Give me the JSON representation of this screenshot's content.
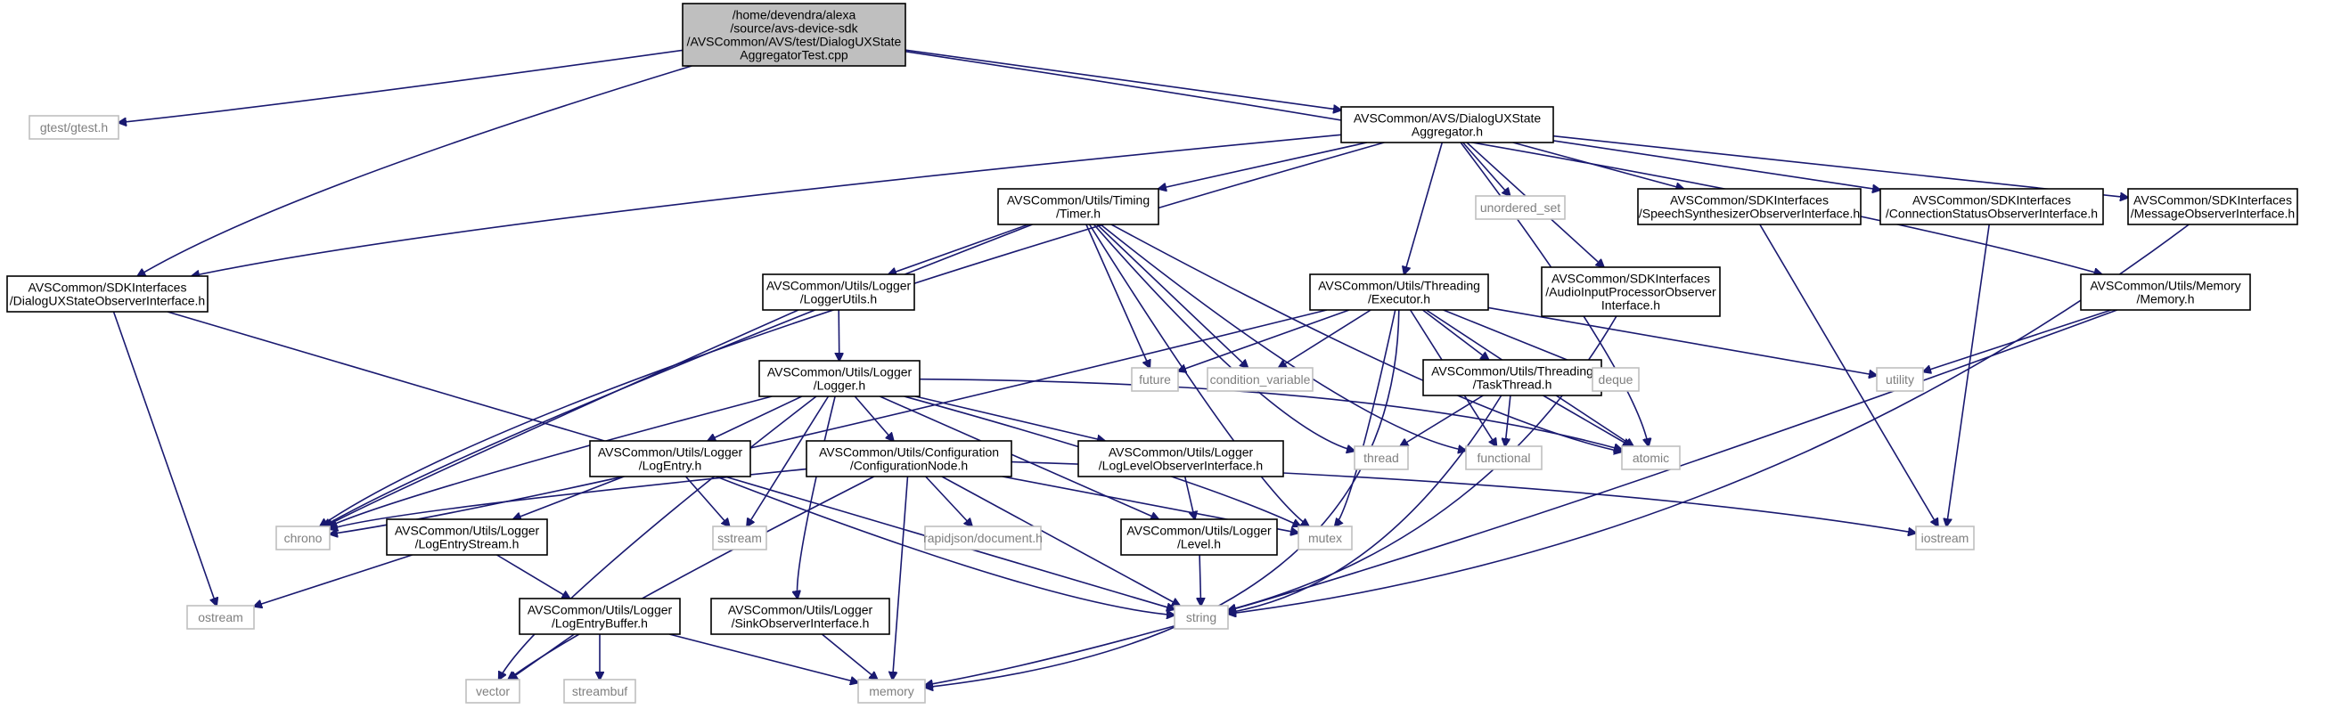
{
  "graph": {
    "nodes": [
      {
        "id": "root",
        "kind": "root",
        "lines": [
          "/home/devendra/alexa",
          "/source/avs-device-sdk",
          "/AVSCommon/AVS/test/DialogUXState",
          "AggregatorTest.cpp"
        ]
      },
      {
        "id": "gtest",
        "kind": "external",
        "lines": [
          "gtest/gtest.h"
        ]
      },
      {
        "id": "aggregator",
        "kind": "header",
        "lines": [
          "AVSCommon/AVS/DialogUXState",
          "Aggregator.h"
        ]
      },
      {
        "id": "dialogObs",
        "kind": "header",
        "lines": [
          "AVSCommon/SDKInterfaces",
          "/DialogUXStateObserverInterface.h"
        ]
      },
      {
        "id": "timer",
        "kind": "header",
        "lines": [
          "AVSCommon/Utils/Timing",
          "/Timer.h"
        ]
      },
      {
        "id": "unordered_set",
        "kind": "external",
        "lines": [
          "unordered_set"
        ]
      },
      {
        "id": "speechObs",
        "kind": "header",
        "lines": [
          "AVSCommon/SDKInterfaces",
          "/SpeechSynthesizerObserverInterface.h"
        ]
      },
      {
        "id": "connObs",
        "kind": "header",
        "lines": [
          "AVSCommon/SDKInterfaces",
          "/ConnectionStatusObserverInterface.h"
        ]
      },
      {
        "id": "msgObs",
        "kind": "header",
        "lines": [
          "AVSCommon/SDKInterfaces",
          "/MessageObserverInterface.h"
        ]
      },
      {
        "id": "loggerUtils",
        "kind": "header",
        "lines": [
          "AVSCommon/Utils/Logger",
          "/LoggerUtils.h"
        ]
      },
      {
        "id": "executor",
        "kind": "header",
        "lines": [
          "AVSCommon/Utils/Threading",
          "/Executor.h"
        ]
      },
      {
        "id": "audioObs",
        "kind": "header",
        "lines": [
          "AVSCommon/SDKInterfaces",
          "/AudioInputProcessorObserver",
          "Interface.h"
        ]
      },
      {
        "id": "memoryH",
        "kind": "header",
        "lines": [
          "AVSCommon/Utils/Memory",
          "/Memory.h"
        ]
      },
      {
        "id": "logger",
        "kind": "header",
        "lines": [
          "AVSCommon/Utils/Logger",
          "/Logger.h"
        ]
      },
      {
        "id": "future",
        "kind": "external",
        "lines": [
          "future"
        ]
      },
      {
        "id": "condvar",
        "kind": "external",
        "lines": [
          "condition_variable"
        ]
      },
      {
        "id": "taskThread",
        "kind": "header",
        "lines": [
          "AVSCommon/Utils/Threading",
          "/TaskThread.h"
        ]
      },
      {
        "id": "deque",
        "kind": "external",
        "lines": [
          "deque"
        ]
      },
      {
        "id": "utility",
        "kind": "external",
        "lines": [
          "utility"
        ]
      },
      {
        "id": "logEntry",
        "kind": "header",
        "lines": [
          "AVSCommon/Utils/Logger",
          "/LogEntry.h"
        ]
      },
      {
        "id": "configNode",
        "kind": "header",
        "lines": [
          "AVSCommon/Utils/Configuration",
          "/ConfigurationNode.h"
        ]
      },
      {
        "id": "logLevelObs",
        "kind": "header",
        "lines": [
          "AVSCommon/Utils/Logger",
          "/LogLevelObserverInterface.h"
        ]
      },
      {
        "id": "thread",
        "kind": "external",
        "lines": [
          "thread"
        ]
      },
      {
        "id": "functional",
        "kind": "external",
        "lines": [
          "functional"
        ]
      },
      {
        "id": "atomic",
        "kind": "external",
        "lines": [
          "atomic"
        ]
      },
      {
        "id": "chrono",
        "kind": "external",
        "lines": [
          "chrono"
        ]
      },
      {
        "id": "logEntryStream",
        "kind": "header",
        "lines": [
          "AVSCommon/Utils/Logger",
          "/LogEntryStream.h"
        ]
      },
      {
        "id": "sstream",
        "kind": "external",
        "lines": [
          "sstream"
        ]
      },
      {
        "id": "rapidjson",
        "kind": "external",
        "lines": [
          "rapidjson/document.h"
        ]
      },
      {
        "id": "level",
        "kind": "header",
        "lines": [
          "AVSCommon/Utils/Logger",
          "/Level.h"
        ]
      },
      {
        "id": "mutex",
        "kind": "external",
        "lines": [
          "mutex"
        ]
      },
      {
        "id": "iostream",
        "kind": "external",
        "lines": [
          "iostream"
        ]
      },
      {
        "id": "ostream",
        "kind": "external",
        "lines": [
          "ostream"
        ]
      },
      {
        "id": "logEntryBuffer",
        "kind": "header",
        "lines": [
          "AVSCommon/Utils/Logger",
          "/LogEntryBuffer.h"
        ]
      },
      {
        "id": "sinkObs",
        "kind": "header",
        "lines": [
          "AVSCommon/Utils/Logger",
          "/SinkObserverInterface.h"
        ]
      },
      {
        "id": "string",
        "kind": "external",
        "lines": [
          "string"
        ]
      },
      {
        "id": "vector",
        "kind": "external",
        "lines": [
          "vector"
        ]
      },
      {
        "id": "streambuf",
        "kind": "external",
        "lines": [
          "streambuf"
        ]
      },
      {
        "id": "memory",
        "kind": "external",
        "lines": [
          "memory"
        ]
      }
    ],
    "edges": [
      [
        "root",
        "gtest"
      ],
      [
        "root",
        "aggregator"
      ],
      [
        "root",
        "dialogObs"
      ],
      [
        "root",
        "memoryH"
      ],
      [
        "aggregator",
        "dialogObs"
      ],
      [
        "aggregator",
        "timer"
      ],
      [
        "aggregator",
        "unordered_set"
      ],
      [
        "aggregator",
        "speechObs"
      ],
      [
        "aggregator",
        "connObs"
      ],
      [
        "aggregator",
        "msgObs"
      ],
      [
        "aggregator",
        "executor"
      ],
      [
        "aggregator",
        "audioObs"
      ],
      [
        "aggregator",
        "chrono"
      ],
      [
        "aggregator",
        "atomic"
      ],
      [
        "dialogObs",
        "ostream"
      ],
      [
        "dialogObs",
        "string"
      ],
      [
        "timer",
        "loggerUtils"
      ],
      [
        "timer",
        "future"
      ],
      [
        "timer",
        "condvar"
      ],
      [
        "timer",
        "chrono"
      ],
      [
        "timer",
        "thread"
      ],
      [
        "timer",
        "functional"
      ],
      [
        "timer",
        "mutex"
      ],
      [
        "timer",
        "atomic"
      ],
      [
        "speechObs",
        "iostream"
      ],
      [
        "connObs",
        "iostream"
      ],
      [
        "msgObs",
        "string"
      ],
      [
        "audioObs",
        "string"
      ],
      [
        "loggerUtils",
        "logger"
      ],
      [
        "loggerUtils",
        "chrono"
      ],
      [
        "executor",
        "chrono"
      ],
      [
        "executor",
        "future"
      ],
      [
        "executor",
        "condvar"
      ],
      [
        "executor",
        "taskThread"
      ],
      [
        "executor",
        "deque"
      ],
      [
        "executor",
        "utility"
      ],
      [
        "executor",
        "atomic"
      ],
      [
        "executor",
        "functional"
      ],
      [
        "executor",
        "mutex"
      ],
      [
        "executor",
        "memory"
      ],
      [
        "memoryH",
        "utility"
      ],
      [
        "memoryH",
        "memory"
      ],
      [
        "taskThread",
        "thread"
      ],
      [
        "taskThread",
        "functional"
      ],
      [
        "taskThread",
        "atomic"
      ],
      [
        "taskThread",
        "string"
      ],
      [
        "logger",
        "logEntry"
      ],
      [
        "logger",
        "configNode"
      ],
      [
        "logger",
        "logLevelObs"
      ],
      [
        "logger",
        "sinkObs"
      ],
      [
        "logger",
        "level"
      ],
      [
        "logger",
        "chrono"
      ],
      [
        "logger",
        "sstream"
      ],
      [
        "logger",
        "vector"
      ],
      [
        "logger",
        "atomic"
      ],
      [
        "logger",
        "mutex"
      ],
      [
        "logEntry",
        "logEntryStream"
      ],
      [
        "logEntry",
        "sstream"
      ],
      [
        "logEntry",
        "string"
      ],
      [
        "logEntryStream",
        "logEntryBuffer"
      ],
      [
        "logEntryStream",
        "ostream"
      ],
      [
        "logEntryBuffer",
        "streambuf"
      ],
      [
        "logEntryBuffer",
        "vector"
      ],
      [
        "logEntryBuffer",
        "memory"
      ],
      [
        "configNode",
        "rapidjson"
      ],
      [
        "configNode",
        "chrono"
      ],
      [
        "configNode",
        "mutex"
      ],
      [
        "configNode",
        "string"
      ],
      [
        "configNode",
        "memory"
      ],
      [
        "configNode",
        "vector"
      ],
      [
        "configNode",
        "iostream"
      ],
      [
        "logLevelObs",
        "level"
      ],
      [
        "level",
        "string"
      ],
      [
        "sinkObs",
        "memory"
      ]
    ]
  }
}
